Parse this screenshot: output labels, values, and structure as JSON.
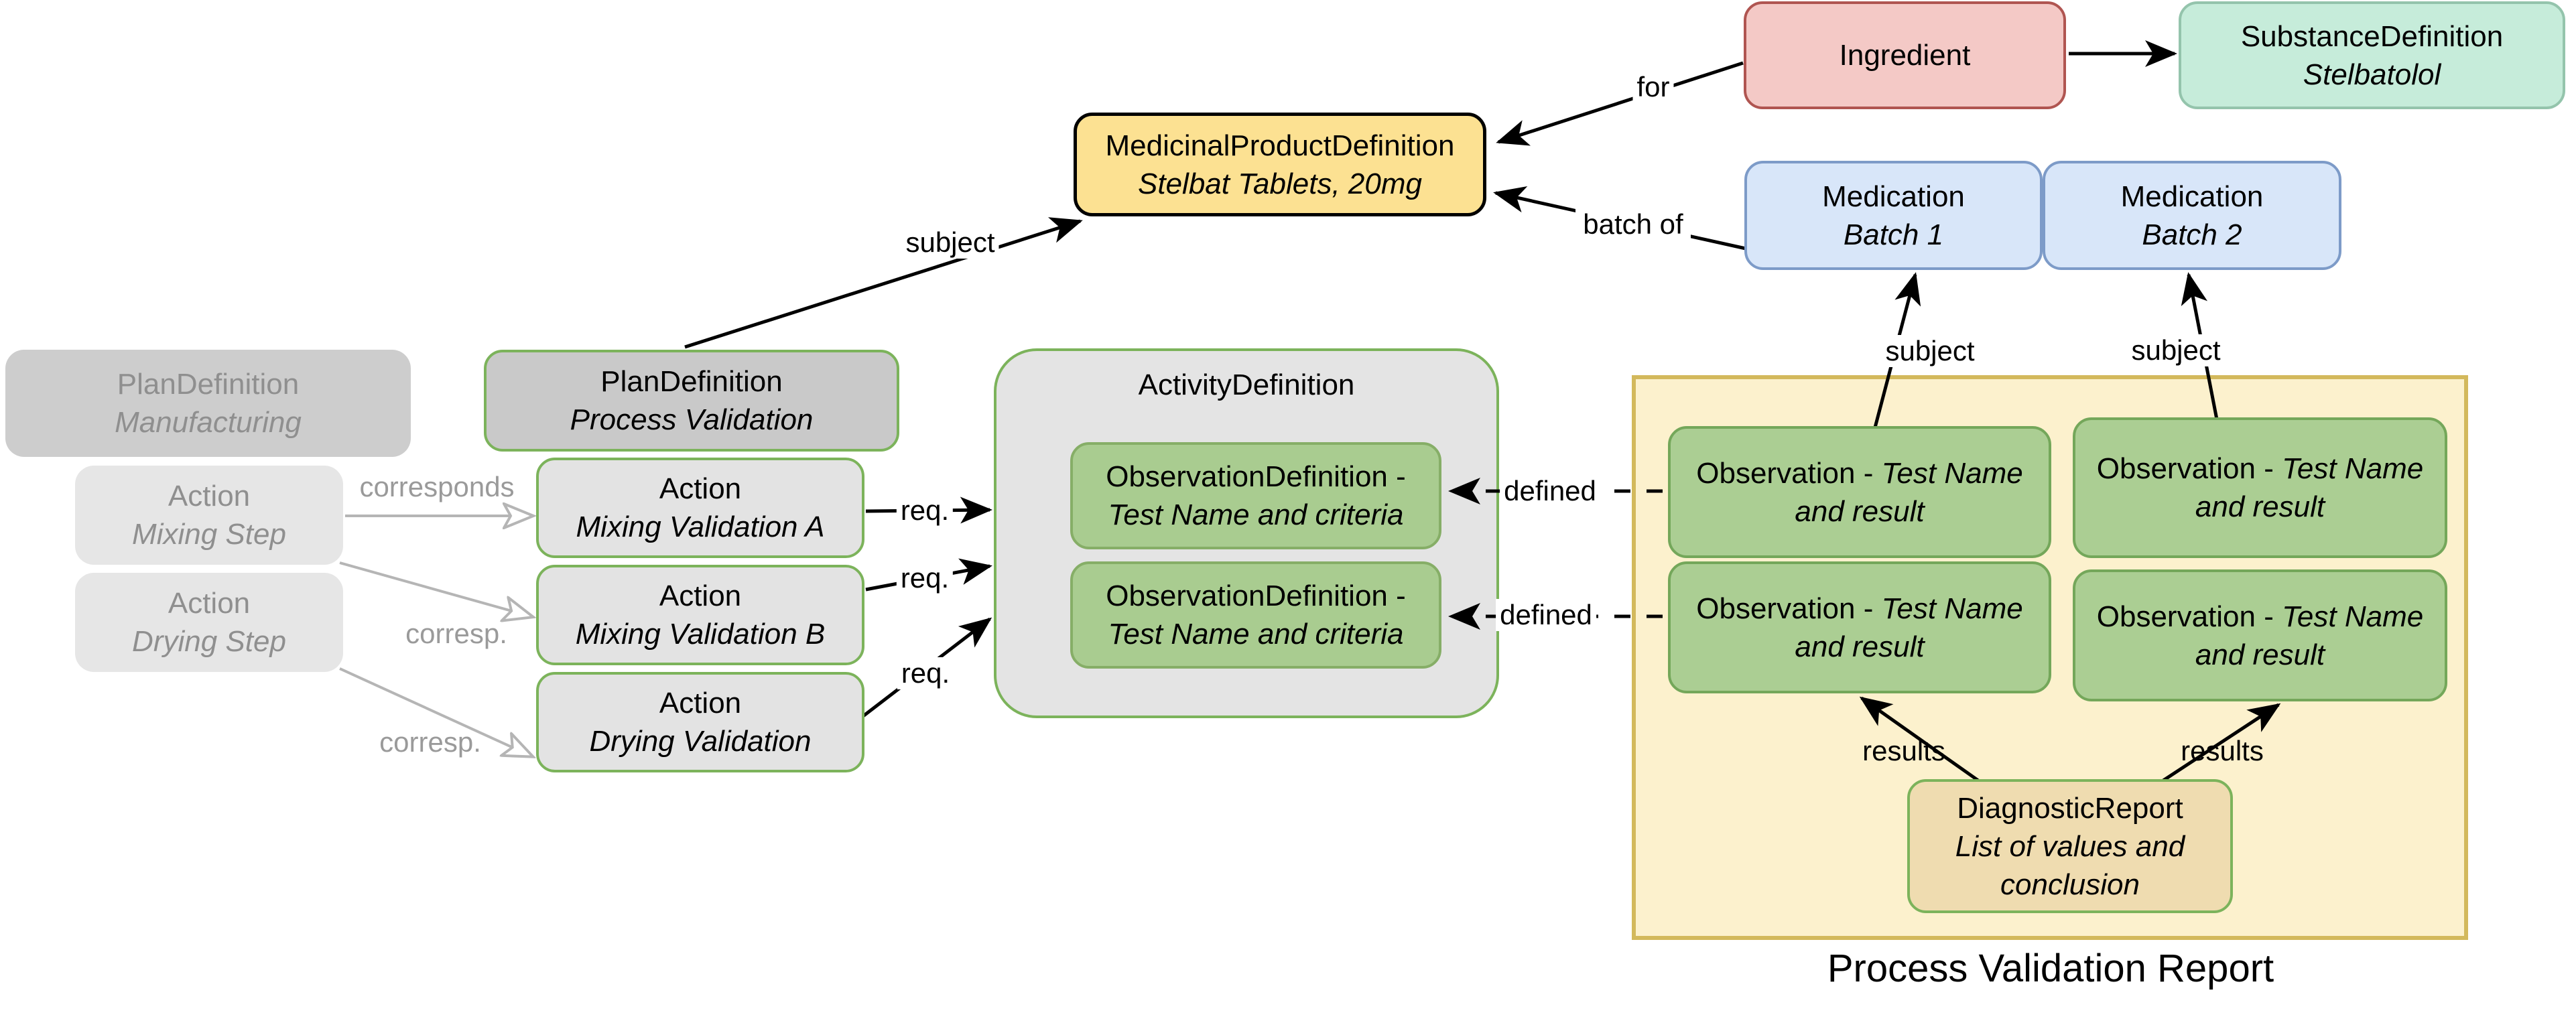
{
  "diagram_caption": "Process Validation Report",
  "nodes": {
    "ingredient": {
      "title": "Ingredient"
    },
    "substance_definition": {
      "title": "SubstanceDefinition",
      "subtitle": "Stelbatolol"
    },
    "medicinal_product_definition": {
      "title": "MedicinalProductDefinition",
      "subtitle": "Stelbat Tablets, 20mg"
    },
    "medication_batch_1": {
      "title": "Medication",
      "subtitle": "Batch 1"
    },
    "medication_batch_2": {
      "title": "Medication",
      "subtitle": "Batch 2"
    },
    "plan_definition_manufacturing": {
      "title": "PlanDefinition",
      "subtitle": "Manufacturing"
    },
    "action_mixing_step": {
      "title": "Action",
      "subtitle": "Mixing Step"
    },
    "action_drying_step": {
      "title": "Action",
      "subtitle": "Drying Step"
    },
    "plan_definition_process_validation": {
      "title": "PlanDefinition",
      "subtitle": "Process Validation"
    },
    "action_mixing_validation_a": {
      "title": "Action",
      "subtitle": "Mixing Validation A"
    },
    "action_mixing_validation_b": {
      "title": "Action",
      "subtitle": "Mixing Validation B"
    },
    "action_drying_validation": {
      "title": "Action",
      "subtitle": "Drying Validation"
    },
    "activity_definition": {
      "title": "ActivityDefinition"
    },
    "observation_definition": {
      "title": "ObservationDefinition -",
      "subtitle": "Test Name and criteria"
    },
    "observation": {
      "prefix": "Observation - ",
      "detail": "Test Name and result"
    },
    "diagnostic_report": {
      "title": "DiagnosticReport",
      "subtitle": "List of values and conclusion"
    }
  },
  "edge_labels": {
    "for": "for",
    "batch_of": "batch of",
    "subject": "subject",
    "corresponds": "corresponds",
    "corresp": "corresp.",
    "req": "req.",
    "defined": "defined",
    "results": "results"
  },
  "palette": {
    "ingredient_fill": "#f4c9c6",
    "ingredient_border": "#b05551",
    "substance_fill": "#c6ecda",
    "substance_border": "#94c4ac",
    "product_fill": "#fce192",
    "product_border": "#000000",
    "medication_fill": "#d8e6f9",
    "medication_border": "#7d9bc8",
    "faded_gray_fill": "#cdcdcd",
    "faded_gray_text": "#8f8f8f",
    "plan_gray_fill": "#c9c9c9",
    "action_gray_fill": "#e3e3e3",
    "green_border": "#7cb35b",
    "observation_fill": "#abce93",
    "report_container_fill": "#fcf1cd",
    "report_container_border": "#d3b95c",
    "diagnostic_fill": "#efdcb0",
    "gray_edge": "#b5b5b5",
    "black_edge": "#000000"
  }
}
